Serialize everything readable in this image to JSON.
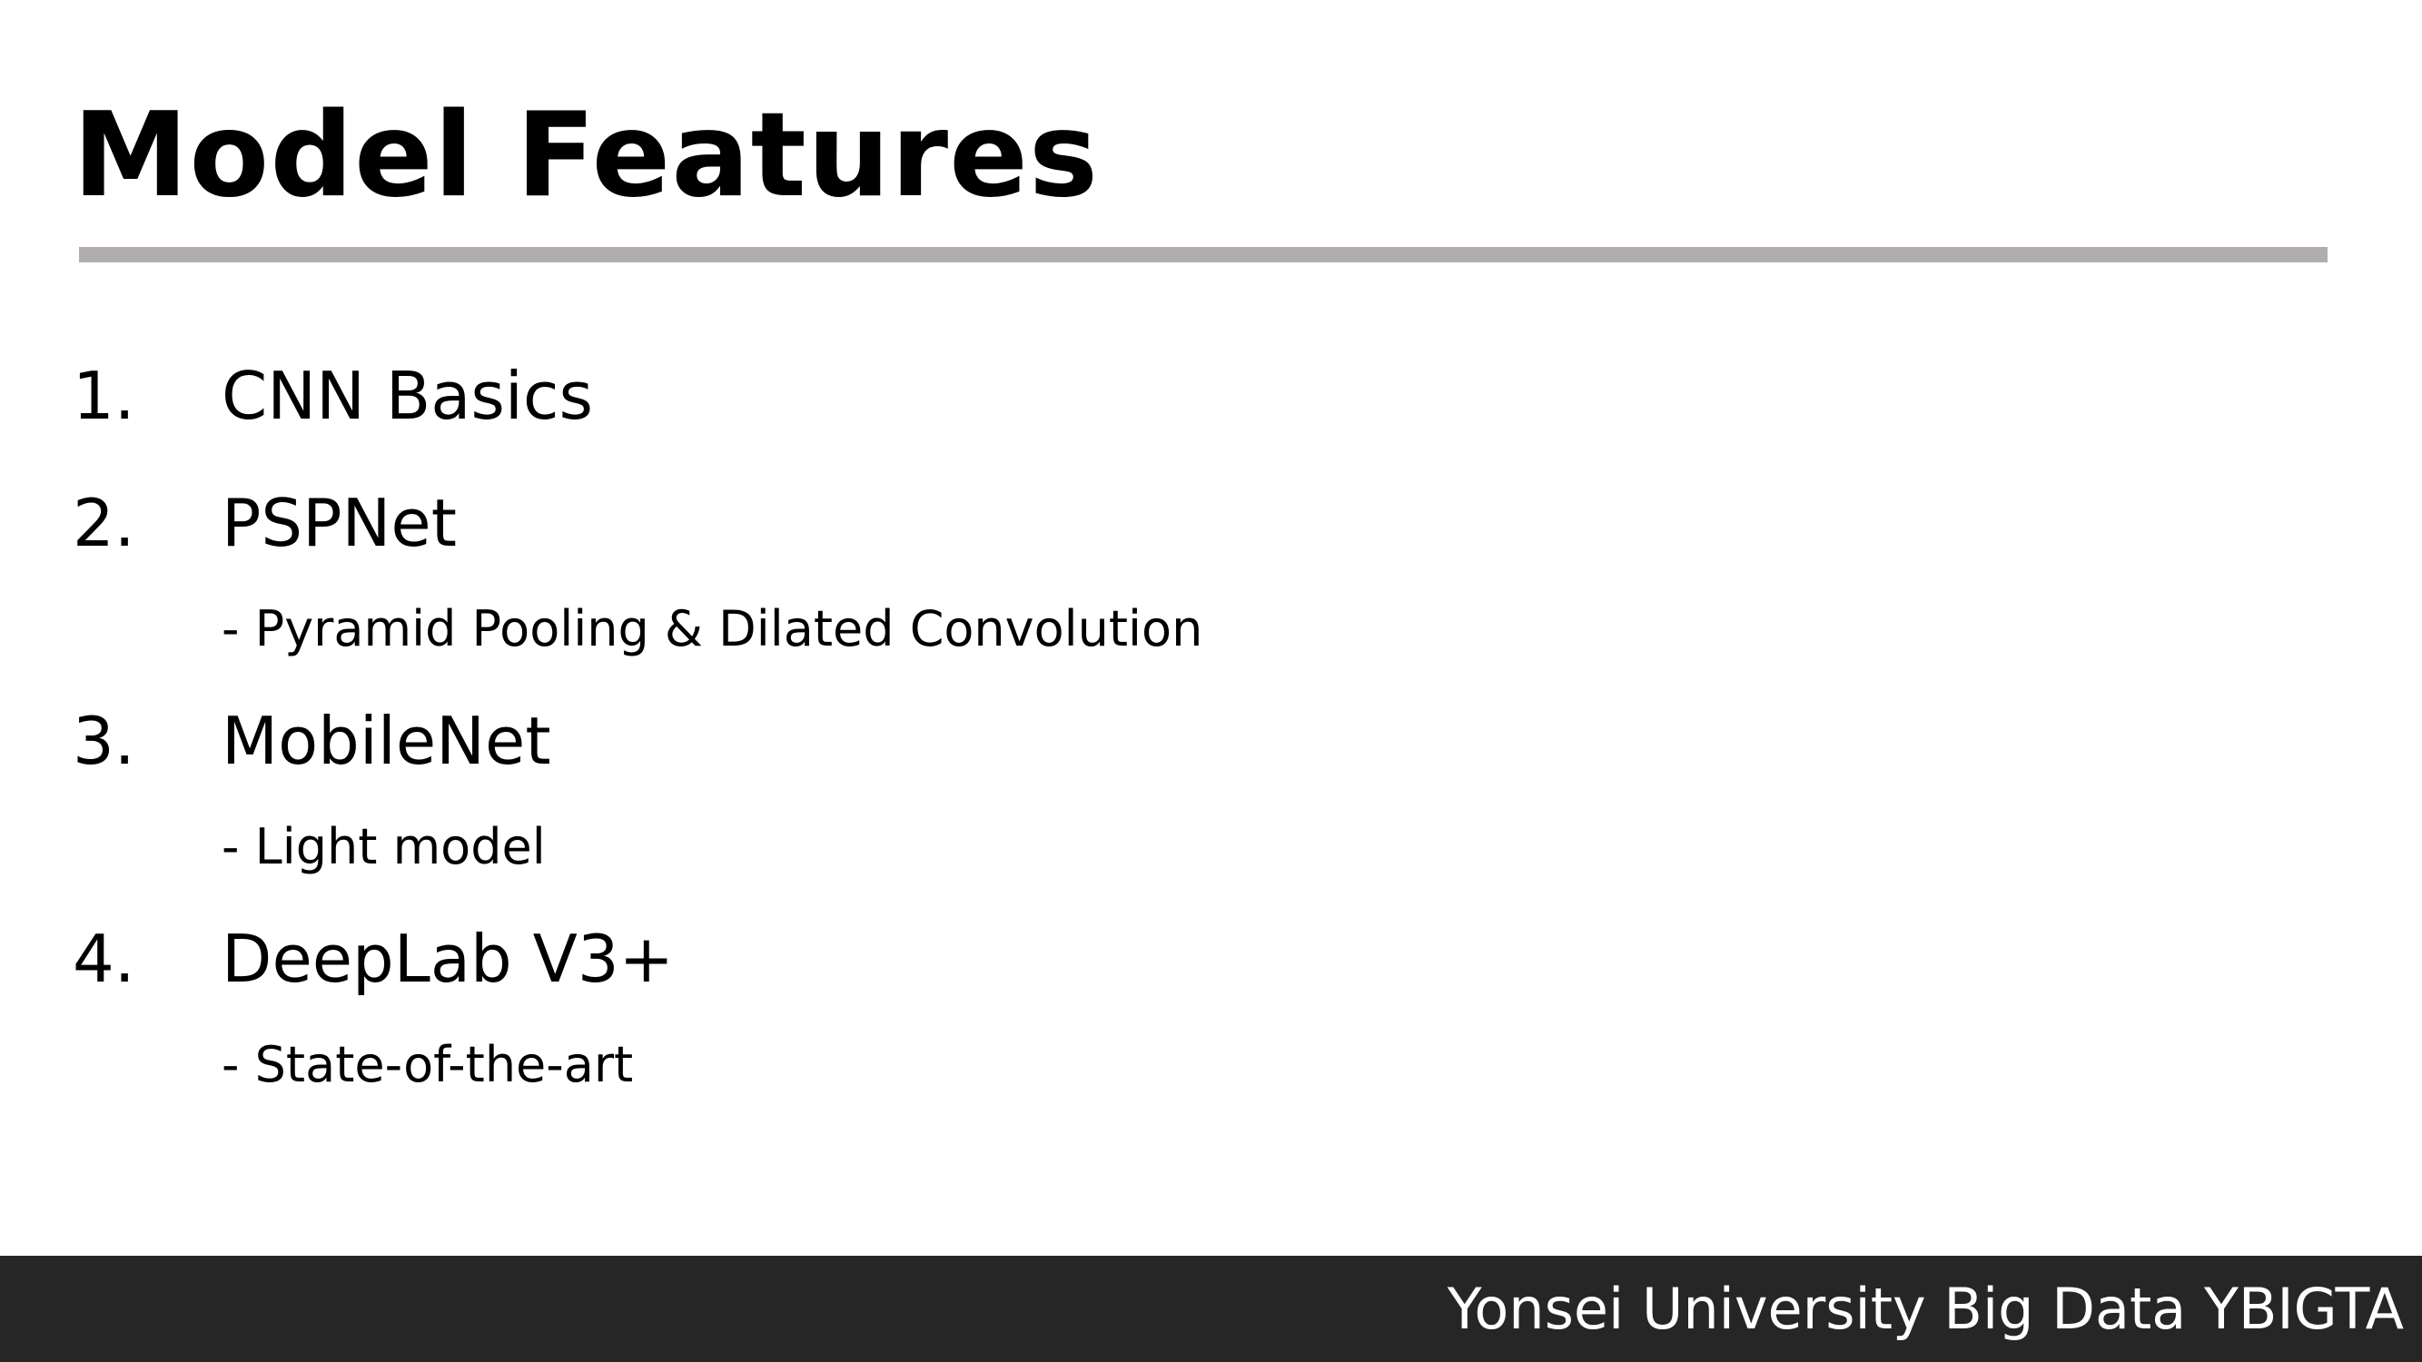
{
  "title": "Model Features",
  "items": [
    {
      "number": "1.",
      "label": "CNN Basics"
    },
    {
      "number": "2.",
      "label": "PSPNet",
      "sub": "- Pyramid Pooling & Dilated Convolution"
    },
    {
      "number": "3.",
      "label": "MobileNet",
      "sub": "- Light model"
    },
    {
      "number": "4.",
      "label": "DeepLab V3+",
      "sub": "- State-of-the-art"
    }
  ],
  "footer": {
    "text": "Yonsei University Big Data YBIGTA"
  },
  "colors": {
    "title_rule": "#b1adad",
    "footer_background": "#262626",
    "footer_text": "#ffffff"
  }
}
